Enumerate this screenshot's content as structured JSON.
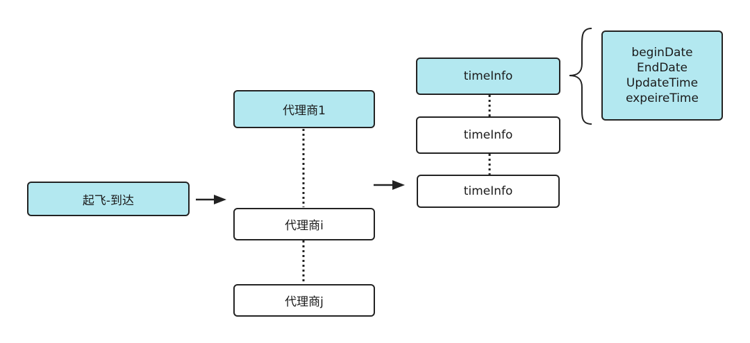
{
  "colors": {
    "highlight": "#b3e8f0",
    "stroke": "#222222",
    "background": "#ffffff"
  },
  "nodes": {
    "flight": "起飞-到达",
    "agent_1": "代理商1",
    "agent_i": "代理商i",
    "agent_j": "代理商j",
    "timeinfo_1": "timeInfo",
    "timeinfo_2": "timeInfo",
    "timeinfo_3": "timeInfo"
  },
  "attributes": [
    "beginDate",
    "EndDate",
    "UpdateTime",
    "expeireTime"
  ]
}
